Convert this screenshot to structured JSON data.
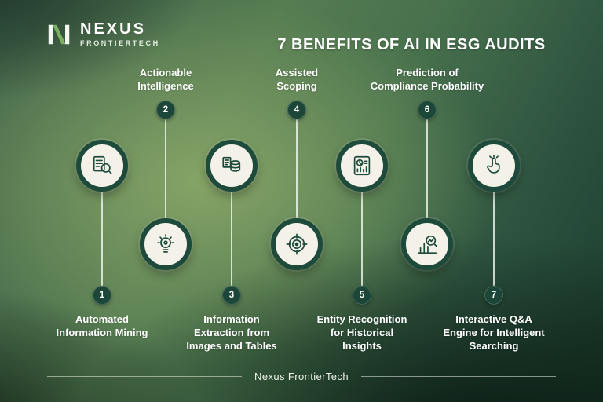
{
  "logo": {
    "name": "NEXUS",
    "subname": "FRONTIERTECH"
  },
  "title": "7 BENEFITS OF AI IN ESG AUDITS",
  "footer": {
    "text": "Nexus FrontierTech"
  },
  "colors": {
    "ring": "#1d4a3b",
    "badge": "#1b4638",
    "circle_fill": "#f4f2e8",
    "logo_green": "#7cb05e",
    "text": "#ffffff"
  },
  "items": [
    {
      "number": "1",
      "label": "Automated\nInformation Mining",
      "icon": "document-search-icon",
      "position": "bottom"
    },
    {
      "number": "2",
      "label": "Actionable\nIntelligence",
      "icon": "lightbulb-idea-icon",
      "position": "top"
    },
    {
      "number": "3",
      "label": "Information\nExtraction from\nImages and Tables",
      "icon": "database-extraction-icon",
      "position": "bottom"
    },
    {
      "number": "4",
      "label": "Assisted\nScoping",
      "icon": "target-scope-icon",
      "position": "top"
    },
    {
      "number": "5",
      "label": "Entity Recognition\nfor Historical\nInsights",
      "icon": "analytics-report-icon",
      "position": "bottom"
    },
    {
      "number": "6",
      "label": "Prediction of\nCompliance Probability",
      "icon": "chart-magnifier-icon",
      "position": "top"
    },
    {
      "number": "7",
      "label": "Interactive Q&A\nEngine for Intelligent\nSearching",
      "icon": "tap-gesture-icon",
      "position": "bottom"
    }
  ]
}
